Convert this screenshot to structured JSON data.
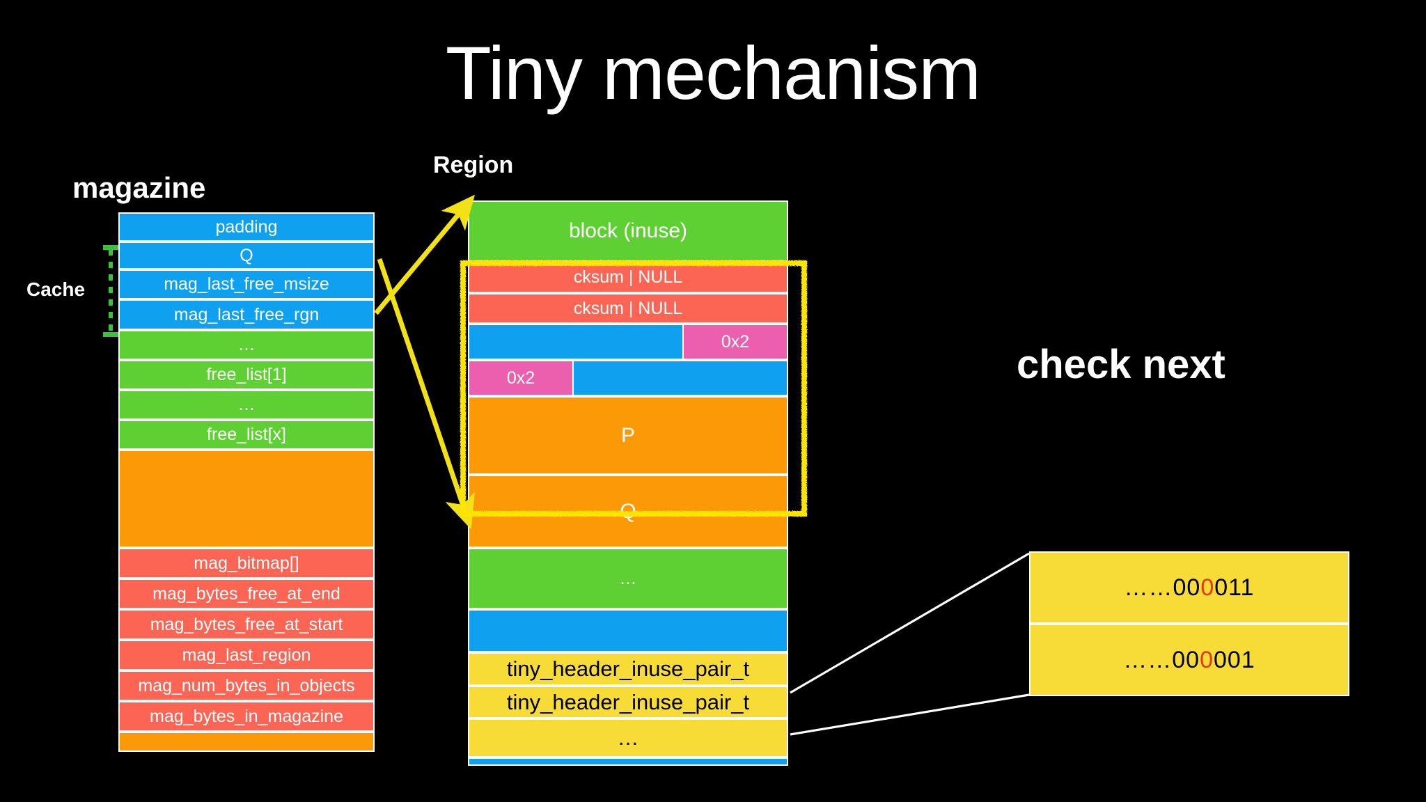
{
  "slide": {
    "title": "Tiny mechanism",
    "background_color": "#000000",
    "text_color": "#ffffff"
  },
  "labels": {
    "magazine": "magazine",
    "region": "Region",
    "cache": "Cache",
    "check_next": "check next"
  },
  "colors": {
    "blue": "#0fa0ef",
    "green": "#5ed033",
    "orange": "#fb9a06",
    "salmon": "#fc6554",
    "pink": "#ec5fae",
    "yellow": "#f7dc37",
    "bracket_green": "#3fbf3f",
    "arrow_yellow": "#f2e215",
    "highlight_yellow": "#ffe400",
    "red_bit": "#e8361c",
    "connector_white": "#ffffff"
  },
  "magazine_struct": {
    "title": "magazine",
    "cache_bracket_rows": [
      "Q",
      "mag_last_free_msize",
      "mag_last_free_rgn"
    ],
    "rows": [
      {
        "label": "padding",
        "color": "blue",
        "height": 42
      },
      {
        "label": "Q",
        "color": "blue",
        "height": 40
      },
      {
        "label": "mag_last_free_msize",
        "color": "blue",
        "height": 43
      },
      {
        "label": "mag_last_free_rgn",
        "color": "blue",
        "height": 44
      },
      {
        "label": "…",
        "color": "green",
        "height": 43
      },
      {
        "label": "free_list[1]",
        "color": "green",
        "height": 43
      },
      {
        "label": "…",
        "color": "green",
        "height": 43
      },
      {
        "label": "free_list[x]",
        "color": "green",
        "height": 43
      },
      {
        "label": "",
        "color": "orange",
        "height": 141
      },
      {
        "label": "mag_bitmap[]",
        "color": "salmon",
        "height": 44
      },
      {
        "label": "mag_bytes_free_at_end",
        "color": "salmon",
        "height": 44
      },
      {
        "label": "mag_bytes_free_at_start",
        "color": "salmon",
        "height": 44
      },
      {
        "label": "mag_last_region",
        "color": "salmon",
        "height": 44
      },
      {
        "label": "mag_num_bytes_in_objects",
        "color": "salmon",
        "height": 44
      },
      {
        "label": "mag_bytes_in_magazine",
        "color": "salmon",
        "height": 44
      },
      {
        "label": "",
        "color": "orange",
        "height": 29
      }
    ]
  },
  "region_struct": {
    "title": "Region",
    "rows": [
      {
        "label": "block (inuse)",
        "color": "green",
        "height": 88
      },
      {
        "label": "cksum | NULL",
        "color": "salmon",
        "height": 45
      },
      {
        "label": "cksum | NULL",
        "color": "salmon",
        "height": 44
      },
      {
        "label": "",
        "color": "blue",
        "height": 52,
        "badge": "0x2",
        "badge_side": "right"
      },
      {
        "label": "",
        "color": "blue",
        "height": 52,
        "badge": "0x2",
        "badge_side": "left"
      },
      {
        "label": "P",
        "color": "orange",
        "height": 113
      },
      {
        "label": "Q",
        "color": "orange",
        "height": 105
      },
      {
        "label": "…",
        "color": "green",
        "height": 88
      },
      {
        "label": "",
        "color": "blue",
        "height": 62
      },
      {
        "label": "tiny_header_inuse_pair_t",
        "color": "yellow",
        "height": 48
      },
      {
        "label": "tiny_header_inuse_pair_t",
        "color": "yellow",
        "height": 47
      },
      {
        "label": "…",
        "color": "yellow",
        "height": 56
      },
      {
        "label": "",
        "color": "blue",
        "height": 12
      }
    ],
    "badge_label": "0x2"
  },
  "callout": {
    "rows": [
      {
        "prefix": "……00",
        "red": "0",
        "suffix": "011"
      },
      {
        "prefix": "……00",
        "red": "0",
        "suffix": "001"
      }
    ]
  },
  "annotations": {
    "highlight_box_desc": "yellow hand-drawn rectangle around cksum/pointer/P rows",
    "arrow_up_desc": "yellow arrow from magazine mag_last_free_rgn to top of Region",
    "arrow_down_desc": "yellow arrow from magazine Q area down to bottom of highlight"
  }
}
